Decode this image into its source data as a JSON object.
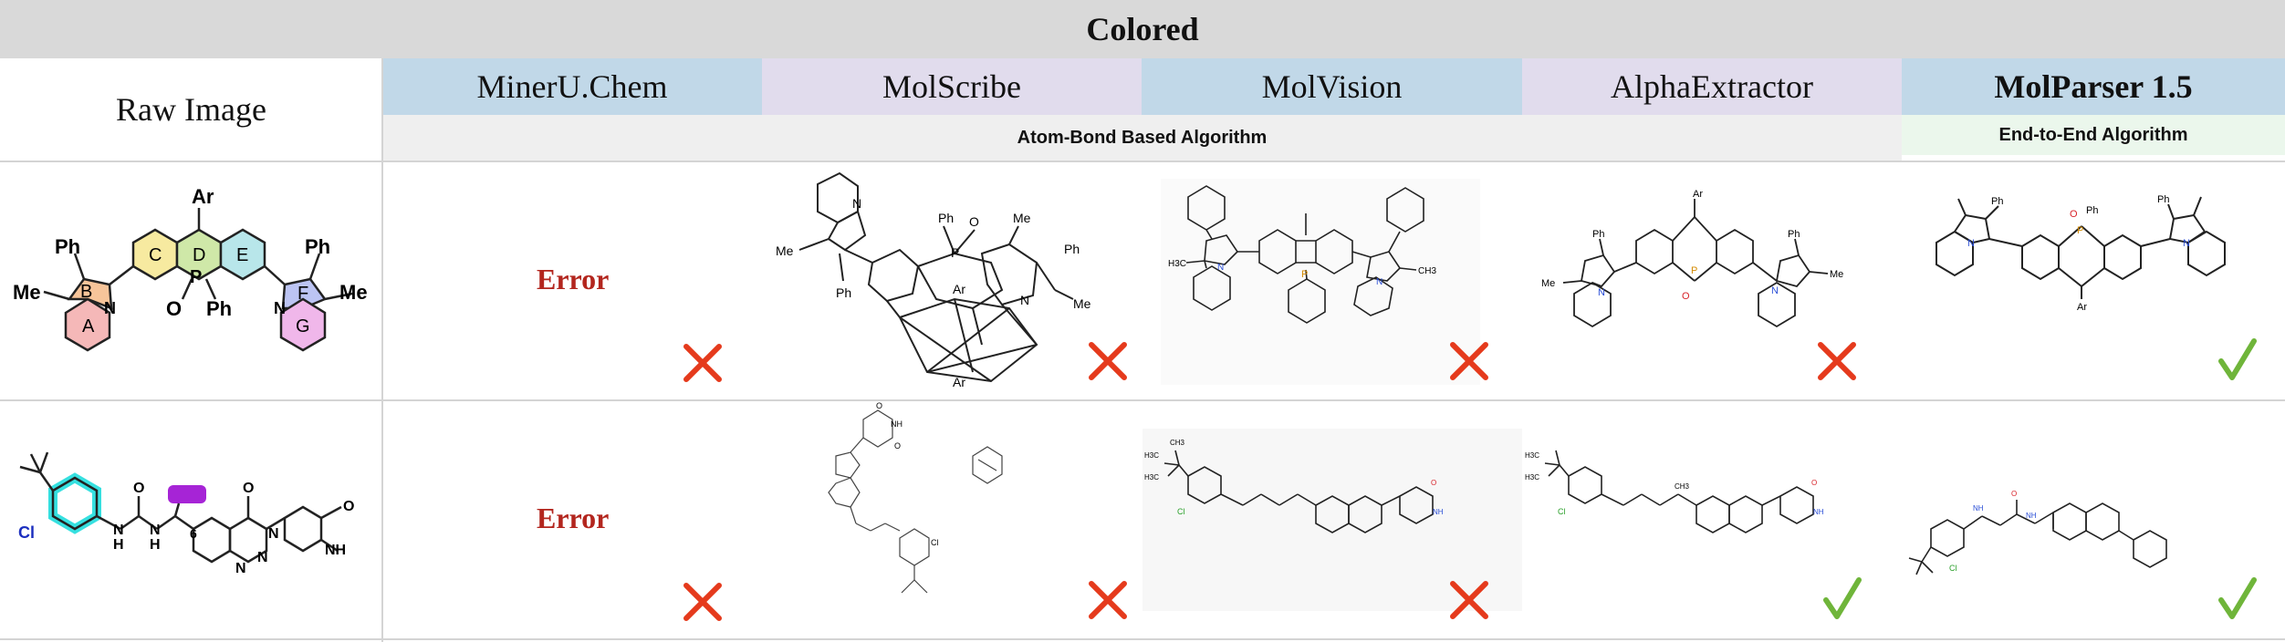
{
  "header": {
    "title": "Colored"
  },
  "columns": {
    "raw": "Raw Image",
    "methods": [
      {
        "name": "MinerU.Chem"
      },
      {
        "name": "MolScribe"
      },
      {
        "name": "MolVision"
      },
      {
        "name": "AlphaExtractor"
      },
      {
        "name": "MolParser 1.5"
      }
    ]
  },
  "categories": {
    "atom_bond": "Atom-Bond Based Algorithm",
    "end_to_end": "End-to-End Algorithm"
  },
  "rows": [
    {
      "raw_labels": {
        "ar": "Ar",
        "ph_left": "Ph",
        "me_left": "Me",
        "ph_p": "Ph",
        "o_p": "O",
        "ph_right": "Ph",
        "me_right": "Me",
        "ring_a": "A",
        "ring_b": "B",
        "ring_c": "C",
        "ring_d": "D",
        "ring_e": "E",
        "ring_f": "F",
        "ring_g": "G",
        "n_left": "N",
        "n_right": "N",
        "p": "P"
      },
      "results": [
        {
          "text": "Error",
          "mark": "cross"
        },
        {
          "mark": "cross",
          "labels": {
            "ph1": "Ph",
            "o": "O",
            "p": "P",
            "me1": "Me",
            "me2": "Me",
            "ph2": "Ph",
            "ph3": "Ph",
            "ar1": "Ar",
            "ar2": "Ar",
            "n1": "N",
            "n2": "N"
          }
        },
        {
          "mark": "cross",
          "labels": {
            "h3c": "H3C",
            "ch3": "CH3",
            "p": "P",
            "n1": "N",
            "n2": "N"
          }
        },
        {
          "mark": "cross",
          "labels": {
            "ar": "Ar",
            "ph1": "Ph",
            "ph2": "Ph",
            "me1": "Me",
            "me2": "Me",
            "p": "P",
            "o": "O",
            "n1": "N",
            "n2": "N"
          }
        },
        {
          "mark": "check",
          "labels": {
            "ph1": "Ph",
            "ph2": "Ph",
            "ph3": "Ph",
            "o": "O",
            "p": "P",
            "ar": "Ar",
            "n1": "N",
            "n2": "N"
          }
        }
      ]
    },
    {
      "raw_labels": {
        "cl": "Cl",
        "h1": "H",
        "n1": "N",
        "h2": "H",
        "n2": "N",
        "six": "6",
        "o1": "O",
        "o2": "O",
        "o3": "O",
        "nh": "NH",
        "n3": "N",
        "n4": "N",
        "n5": "N"
      },
      "results": [
        {
          "text": "Error",
          "mark": "cross"
        },
        {
          "mark": "cross",
          "labels": {
            "cl": "Cl",
            "nh": "NH",
            "o1": "O",
            "o2": "O"
          }
        },
        {
          "mark": "cross",
          "labels": {
            "cl": "Cl",
            "h3c1": "H3C",
            "h3c2": "H3C",
            "ch3": "CH3",
            "nh": "NH",
            "o": "O"
          }
        },
        {
          "mark": "check",
          "labels": {
            "cl": "Cl",
            "ch3": "CH3",
            "h3c1": "H3C",
            "h3c2": "H3C",
            "nh": "NH",
            "o": "O"
          }
        },
        {
          "mark": "check",
          "labels": {
            "cl": "Cl",
            "nh1": "NH",
            "nh2": "NH",
            "o": "O"
          }
        }
      ]
    }
  ],
  "colors": {
    "header_gray": "#d9d9d9",
    "blue": "#c1d8e8",
    "lavender": "#e1dced",
    "atom_bond_bg": "#efefef",
    "e2e_bg": "#ebf7ec",
    "error": "#b3261e",
    "cross": "#e53a1c",
    "check": "#6fb53a"
  }
}
